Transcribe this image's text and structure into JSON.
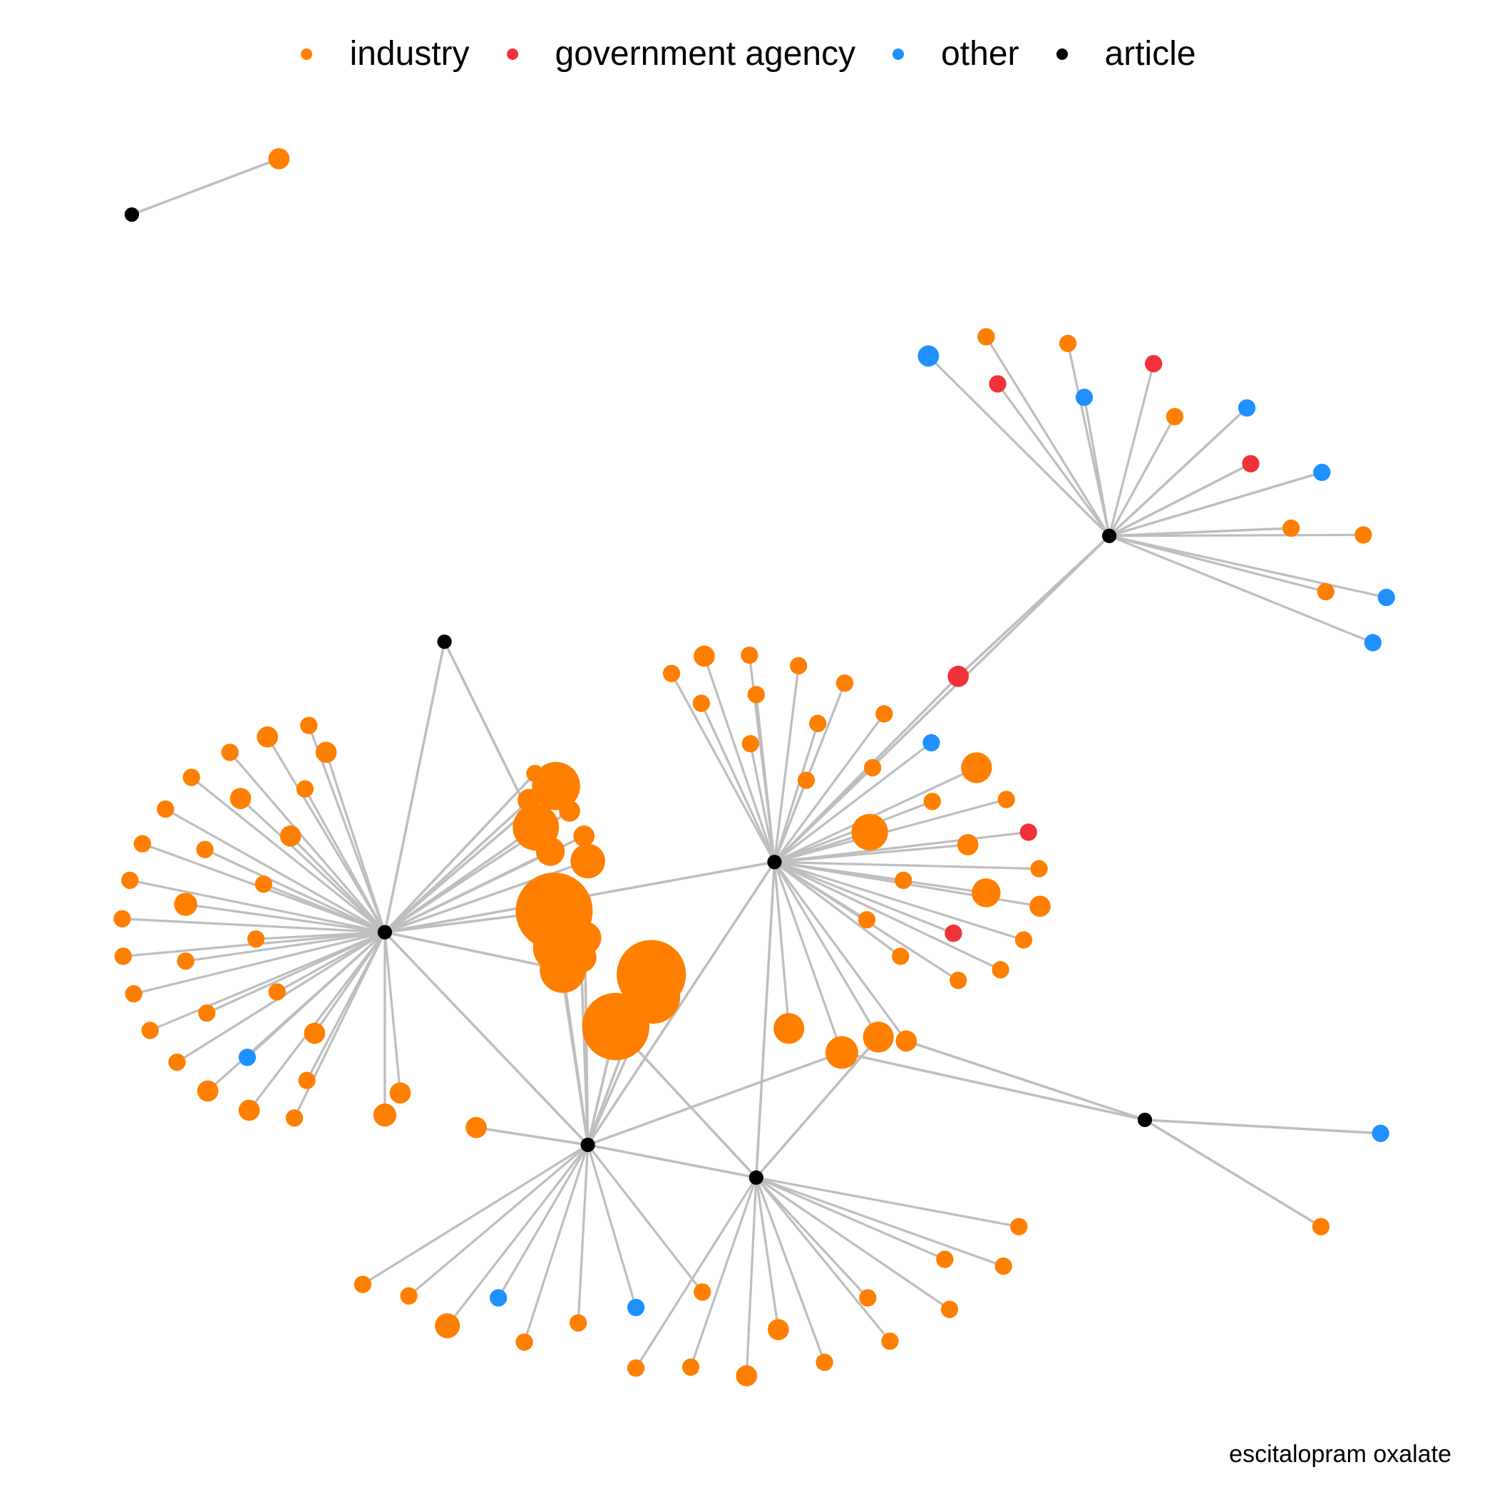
{
  "legend": [
    {
      "key": "industry",
      "label": "industry",
      "color": "#FF7F00"
    },
    {
      "key": "government",
      "label": "government agency",
      "color": "#F1313A"
    },
    {
      "key": "other",
      "label": "other",
      "color": "#1E90FF"
    },
    {
      "key": "article",
      "label": "article",
      "color": "#000000"
    }
  ],
  "caption": "escitalopram oxalate",
  "edge_color": "#BEBEBE"
}
